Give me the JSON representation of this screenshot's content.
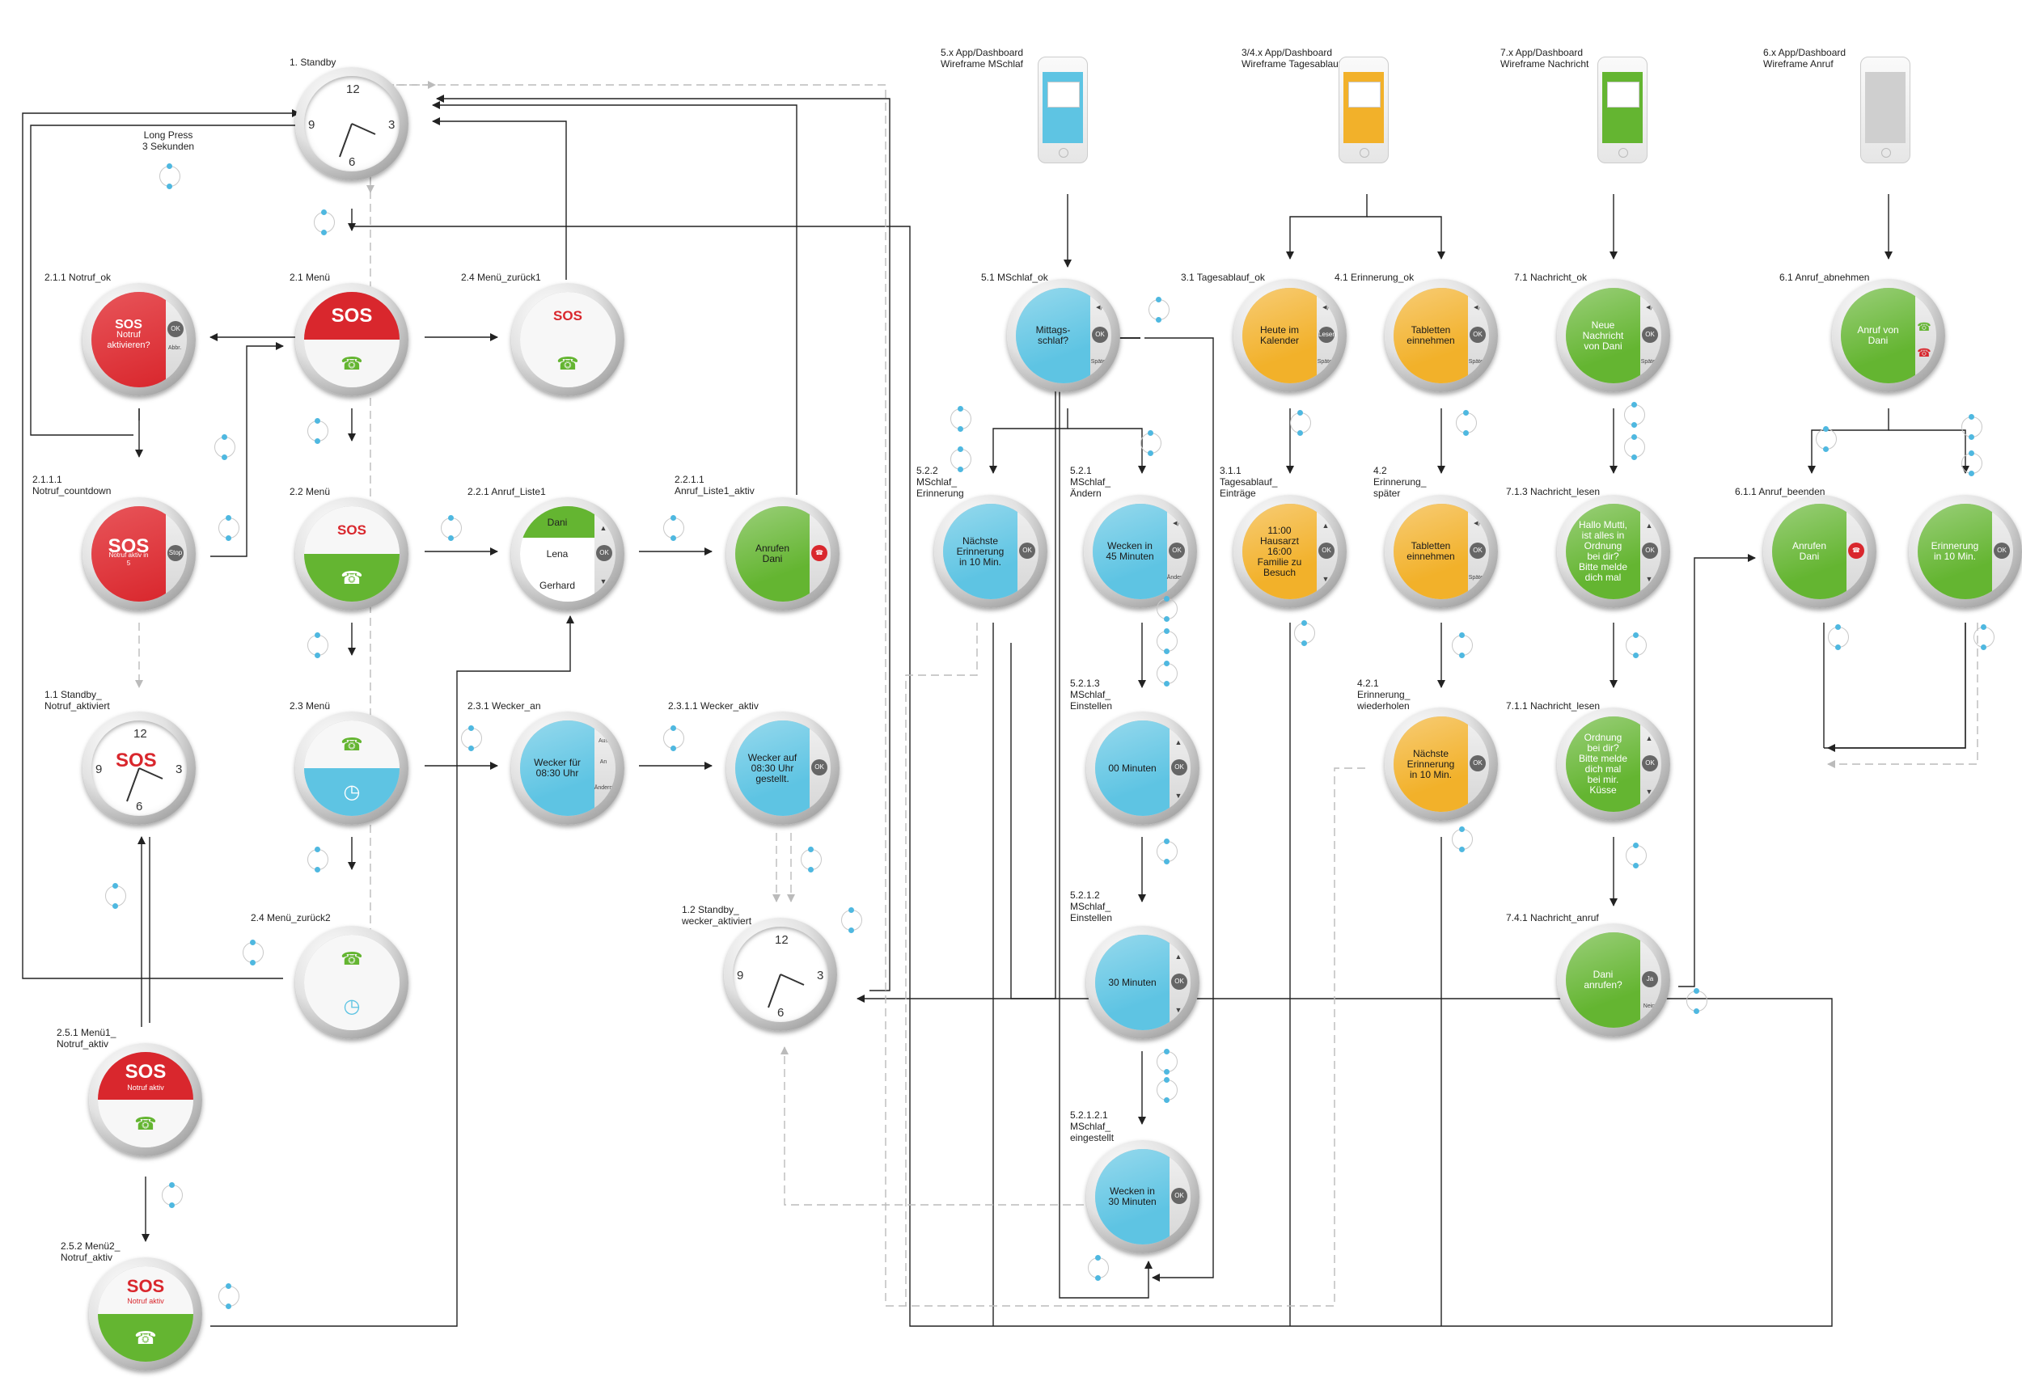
{
  "colors": {
    "blue": "#5ec4e3",
    "yellow": "#f2b12a",
    "green": "#64b531",
    "red": "#d9272d",
    "gray": "#8a8a8a",
    "cycle": "#4fb8e0"
  },
  "annotation": {
    "long_press": "Long Press\n3 Sekunden"
  },
  "phones": [
    {
      "title": "5.x App/Dashboard\nWireframe MSchlaf",
      "color": "#5ec4e3"
    },
    {
      "title": "3/4.x App/Dashboard\nWireframe Tagesablauf",
      "color": "#f2b12a"
    },
    {
      "title": "7.x App/Dashboard\nWireframe Nachricht",
      "color": "#64b531"
    },
    {
      "title": "6.x App/Dashboard\nWireframe Anruf",
      "color": "#cfcfcf"
    }
  ],
  "screens": {
    "standby": {
      "label": "1. Standby",
      "n12": "12",
      "n3": "3",
      "n6": "6",
      "n9": "9"
    },
    "standby_notruf": {
      "label": "1.1 Standby_\nNotruf_aktiviert",
      "sos": "SOS",
      "n12": "12",
      "n3": "3",
      "n6": "6",
      "n9": "9"
    },
    "standby_wecker": {
      "label": "1.2 Standby_\nwecker_aktiviert",
      "n12": "12",
      "n3": "3",
      "n6": "6",
      "n9": "9"
    },
    "notruf_ok": {
      "label": "2.1.1 Notruf_ok",
      "sos": "SOS",
      "text": "Notruf\naktivieren?",
      "ok": "OK",
      "abbr": "Abbr."
    },
    "notruf_countdown": {
      "label": "2.1.1.1\nNotruf_countdown",
      "sos": "SOS",
      "sub": "Notruf aktiv in\n5",
      "stop": "Stop"
    },
    "menu21": {
      "label": "2.1 Menü",
      "sos": "SOS"
    },
    "menu_zurueck1": {
      "label": "2.4 Menü_zurück1",
      "sos": "SOS"
    },
    "menu22": {
      "label": "2.2 Menü",
      "sos": "SOS"
    },
    "menu23": {
      "label": "2.3 Menü"
    },
    "menu_zurueck2": {
      "label": "2.4 Menü_zurück2"
    },
    "anruf_liste1": {
      "label": "2.2.1 Anruf_Liste1",
      "items": [
        "Dani",
        "Lena",
        "Gerhard"
      ],
      "ok": "OK"
    },
    "anruf_liste1_aktiv": {
      "label": "2.2.1.1\nAnruf_Liste1_aktiv",
      "text": "Anrufen\nDani"
    },
    "wecker_an": {
      "label": "2.3.1 Wecker_an",
      "text": "Wecker für\n08:30 Uhr",
      "aus": "Aus",
      "an": "An",
      "aendern": "Ändern"
    },
    "wecker_aktiv": {
      "label": "2.3.1.1 Wecker_aktiv",
      "text": "Wecker auf\n08:30 Uhr\ngestellt.",
      "ok": "OK"
    },
    "menu1_notruf": {
      "label": "2.5.1 Menü1_\nNotruf_aktiv",
      "sos": "SOS",
      "sub": "Notruf aktiv"
    },
    "menu2_notruf": {
      "label": "2.5.2 Menü2_\nNotruf_aktiv",
      "sos": "SOS",
      "sub": "Notruf aktiv"
    },
    "mschlaf_ok": {
      "label": "5.1 MSchlaf_ok",
      "text": "Mittags-\nschlaf?",
      "ok": "OK",
      "later": "Später"
    },
    "mschlaf_erinnerung": {
      "label": "5.2.2\nMSchlaf_\nErinnerung",
      "text": "Nächste\nErinnerung\nin 10 Min.",
      "ok": "OK"
    },
    "mschlaf_aendern": {
      "label": "5.2.1\nMSchlaf_\nÄndern",
      "text": "Wecken in\n45 Minuten",
      "ok": "OK",
      "aendern": "Ändern"
    },
    "mschlaf_einstellen1": {
      "label": "5.2.1.3\nMSchlaf_\nEinstellen",
      "text": "00 Minuten",
      "ok": "OK"
    },
    "mschlaf_einstellen2": {
      "label": "5.2.1.2\nMSchlaf_\nEinstellen",
      "text": "30 Minuten",
      "ok": "OK"
    },
    "mschlaf_eingestellt": {
      "label": "5.2.1.2.1\nMSchlaf_\neingestellt",
      "text": "Wecken in\n30 Minuten",
      "ok": "OK"
    },
    "tagesablauf_ok": {
      "label": "3.1 Tagesablauf_ok",
      "text": "Heute im\nKalender",
      "lesen": "Lesen",
      "later": "Später"
    },
    "tagesablauf_eintraege": {
      "label": "3.1.1\nTagesablauf_\nEinträge",
      "text": "11:00\nHausarzt\n16:00\nFamilie zu\nBesuch",
      "ok": "OK"
    },
    "erinnerung_ok": {
      "label": "4.1 Erinnerung_ok",
      "text": "Tabletten\neinnehmen",
      "ok": "OK",
      "later": "Später"
    },
    "erinnerung_spaeter": {
      "label": "4.2\nErinnerung_\nspäter",
      "text": "Tabletten\neinnehmen",
      "ok": "OK",
      "later": "Später"
    },
    "erinnerung_wiederholen": {
      "label": "4.2.1\nErinnerung_\nwiederholen",
      "text": "Nächste\nErinnerung\nin 10 Min.",
      "ok": "OK"
    },
    "nachricht_ok": {
      "label": "7.1 Nachricht_ok",
      "text": "Neue\nNachricht\nvon Dani",
      "ok": "OK",
      "later": "Später"
    },
    "nachricht_lesen1": {
      "label": "7.1.3 Nachricht_lesen",
      "text": "Hallo Mutti,\nist alles in\nOrdnung\nbei dir?\nBitte melde\ndich mal",
      "ok": "OK"
    },
    "nachricht_lesen2": {
      "label": "7.1.1 Nachricht_lesen",
      "text": "Ordnung\nbei dir?\nBitte melde\ndich mal\nbei mir.\nKüsse",
      "ok": "OK"
    },
    "nachricht_anruf": {
      "label": "7.4.1 Nachricht_anruf",
      "text": "Dani\nanrufen?",
      "ja": "Ja",
      "nein": "Nein"
    },
    "anruf_abnehmen": {
      "label": "6.1 Anruf_abnehmen",
      "text": "Anruf von\nDani"
    },
    "anruf_beenden": {
      "label": "6.1.1 Anruf_beenden",
      "text": "Anrufen\nDani"
    },
    "anruf_erinnerung": {
      "text": "Erinnerung\nin 10 Min.",
      "ok": "OK"
    }
  }
}
